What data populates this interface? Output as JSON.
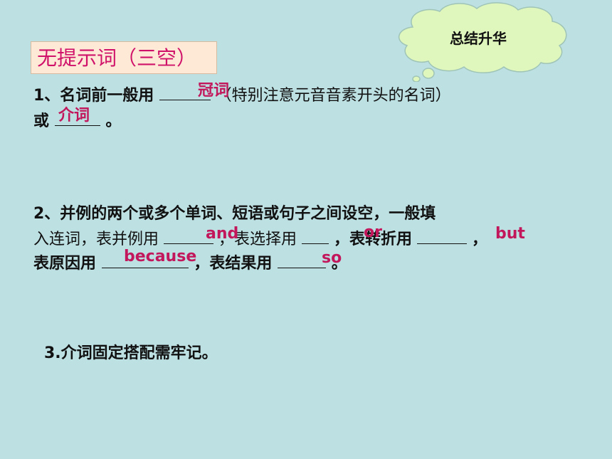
{
  "cloud": {
    "label": "总结升华"
  },
  "title": "无提示词（三空）",
  "item1": {
    "line1_a": "1、名词前一般用",
    "line1_b": "（特别注意元音音素开头的名词）",
    "line2_a": "或",
    "line2_b": "。",
    "answer_blank1": "冠词",
    "answer_blank2": "介词"
  },
  "item2": {
    "line1": "2、并例的两个或多个单词、短语或句子之间设空，一般填",
    "line2_a": "入连词，表并例用",
    "line2_b": "，表选择用",
    "line2_c": "，表转折用",
    "line2_d": "，",
    "line3_a": "表原因用",
    "line3_b": "，表结果用",
    "line3_c": "。",
    "answers": {
      "and": "and",
      "or": "or",
      "but": "but",
      "because": "because",
      "so": "so"
    }
  },
  "item3": {
    "text": "3.介词固定搭配需牢记。"
  }
}
